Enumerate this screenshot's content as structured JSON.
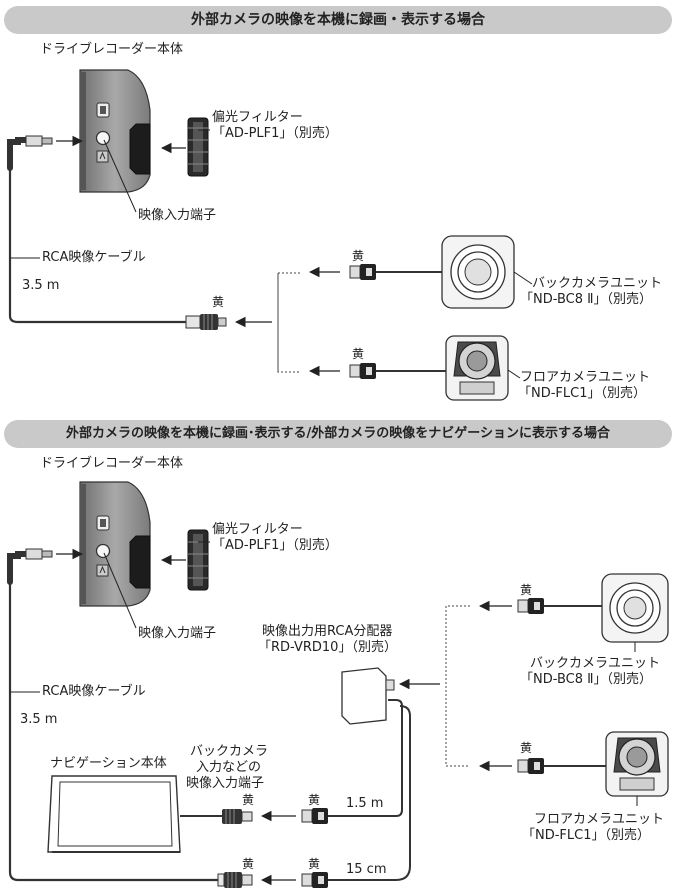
{
  "section1": {
    "title": "外部カメラの映像を本機に録画・表示する場合",
    "recorder_label": "ドライブレコーダー本体",
    "filter_name": "偏光フィルター",
    "filter_model": "「AD-PLF1」（別売）",
    "input_terminal": "映像入力端子",
    "cable_name": "RCA映像ケーブル",
    "cable_length": "3.5 m",
    "yellow_1": "黄",
    "yellow_2": "黄",
    "yellow_3": "黄",
    "back_camera_name": "バックカメラユニット",
    "back_camera_model": "「ND-BC8 Ⅱ」（別売）",
    "floor_camera_name": "フロアカメラユニット",
    "floor_camera_model": "「ND-FLC1」（別売）"
  },
  "section2": {
    "title": "外部カメラの映像を本機に録画･表示する/外部カメラの映像をナビゲーションに表示する場合",
    "recorder_label": "ドライブレコーダー本体",
    "filter_name": "偏光フィルター",
    "filter_model": "「AD-PLF1」（別売）",
    "input_terminal": "映像入力端子",
    "splitter_name": "映像出力用RCA分配器",
    "splitter_model": "「RD-VRD10」（別売）",
    "cable_name": "RCA映像ケーブル",
    "cable_length": "3.5 m",
    "navi_label": "ナビゲーション本体",
    "navi_input_line1": "バックカメラ",
    "navi_input_line2": "入力などの",
    "navi_input_line3": "映像入力端子",
    "back_camera_name": "バックカメラユニット",
    "back_camera_model": "「ND-BC8 Ⅱ」（別売）",
    "floor_camera_name": "フロアカメラユニット",
    "floor_camera_model": "「ND-FLC1」（別売）",
    "yellow_back": "黄",
    "yellow_floor": "黄",
    "yellow_navi_in": "黄",
    "yellow_navi_plug": "黄",
    "yellow_bottom_left": "黄",
    "yellow_bottom_plug": "黄",
    "length_15m": "1.5 m",
    "length_15cm": "15 cm"
  }
}
